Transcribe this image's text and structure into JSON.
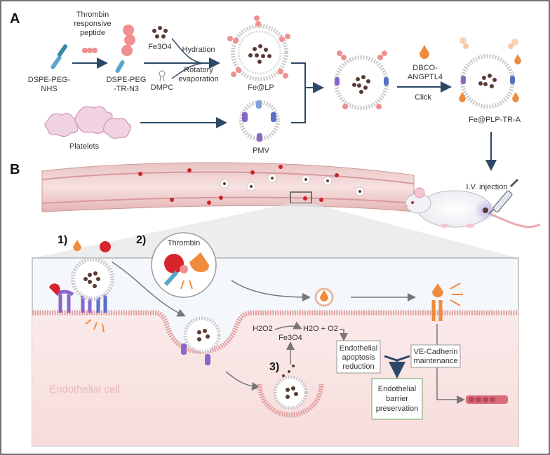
{
  "panel_a": {
    "label": "A",
    "dspe_peg_nhs": [
      "DSPE-PEG-",
      "NHS"
    ],
    "thrombin_peptide": [
      "Thrombin",
      "responsive",
      "peptide"
    ],
    "dspe_peg_tr_n3": [
      "DSPE-PEG",
      "-TR-N3"
    ],
    "fe3o4": "Fe3O4",
    "dmpc": "DMPC",
    "hydration": "Hydration",
    "rotatory_evaporation": [
      "Rotatory",
      "evaporation"
    ],
    "fe_lp": "Fe@LP",
    "platelets": "Platelets",
    "pmv": "PMV",
    "dbco_angptl4": [
      "DBCO-",
      "ANGPTL4"
    ],
    "click": "Click",
    "fe_plp_tr_a": "Fe@PLP-TR-A"
  },
  "panel_b": {
    "label": "B",
    "iv_injection": "I.V. injection",
    "step1": "1)",
    "step2": "2)",
    "step3": "3)",
    "thrombin": "Thrombin",
    "reaction_left": "H2O2",
    "reaction_right": "H2O + O2",
    "fe3o4": "Fe3O4",
    "endothelial_apoptosis_reduction": [
      "Endothelial",
      "apoptosis",
      "reduction"
    ],
    "ve_cadherin_maintenance": [
      "VE-Cadherin",
      "maintenance"
    ],
    "endothelial_barrier_preservation": [
      "Endothelial",
      "barrier",
      "preservation"
    ],
    "endothelial_cell": "Endothelial cell"
  },
  "colors": {
    "membrane_pink": "#f3a9a9",
    "core_dark": "#5a3b33",
    "arrow_navy": "#2c4866",
    "orange_angptl4": "#f08a3c",
    "thrombin_red": "#d8242c",
    "receptor_purple": "#8b66c9",
    "box_border_green": "#6aa56a",
    "vessel_red": "#c76b70"
  }
}
